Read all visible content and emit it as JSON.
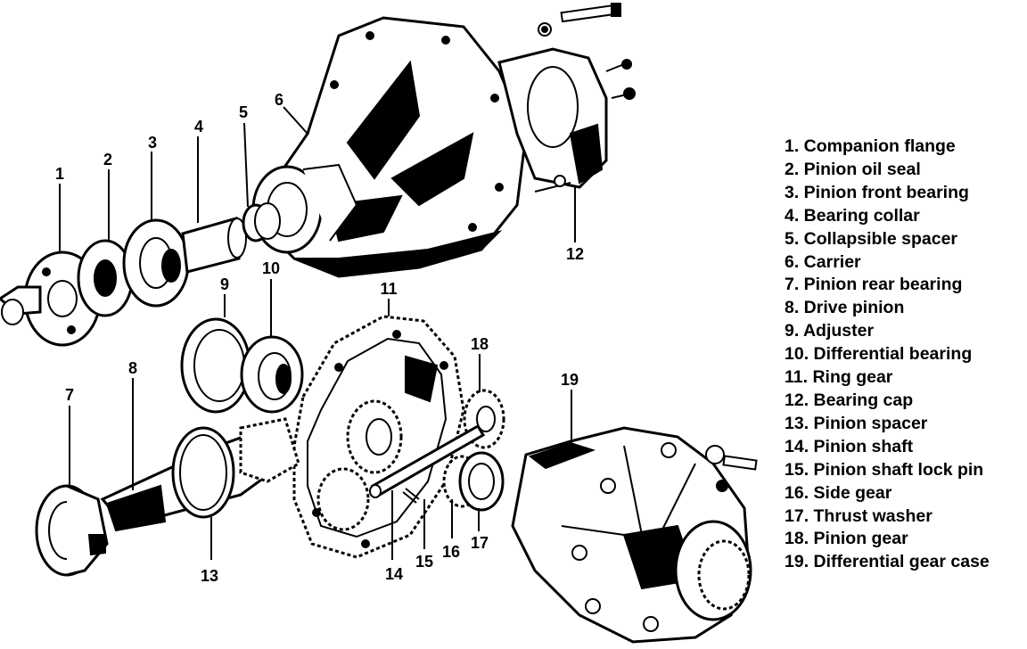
{
  "callouts": [
    "1",
    "2",
    "3",
    "4",
    "5",
    "6",
    "7",
    "8",
    "9",
    "10",
    "11",
    "12",
    "13",
    "14",
    "15",
    "16",
    "17",
    "18",
    "19"
  ],
  "legend": [
    {
      "label": "1. Companion flange"
    },
    {
      "label": "2. Pinion oil seal"
    },
    {
      "label": "3. Pinion front bearing"
    },
    {
      "label": "4. Bearing collar"
    },
    {
      "label": "5. Collapsible spacer"
    },
    {
      "label": "6. Carrier"
    },
    {
      "label": "7. Pinion rear bearing"
    },
    {
      "label": "8. Drive pinion"
    },
    {
      "label": "9. Adjuster"
    },
    {
      "label": "10. Differential bearing"
    },
    {
      "label": "11. Ring gear"
    },
    {
      "label": "12. Bearing cap"
    },
    {
      "label": "13. Pinion spacer"
    },
    {
      "label": "14. Pinion shaft"
    },
    {
      "label": "15. Pinion shaft lock pin"
    },
    {
      "label": "16. Side gear"
    },
    {
      "label": "17. Thrust washer"
    },
    {
      "label": "18. Pinion gear"
    },
    {
      "label": "19. Differential gear case"
    }
  ]
}
